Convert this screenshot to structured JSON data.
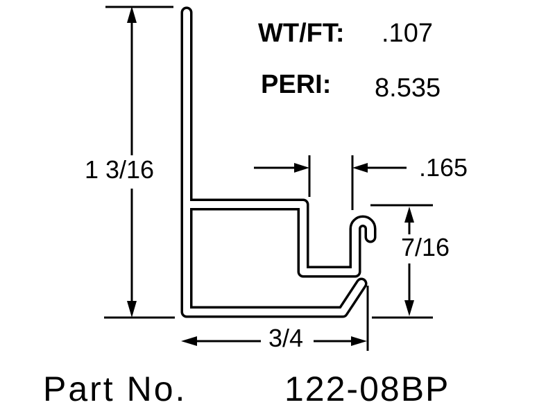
{
  "drawing": {
    "specs": {
      "weight_label": "WT/FT:",
      "weight_value": ".107",
      "perimeter_label": "PERI:",
      "perimeter_value": "8.535"
    },
    "dimensions": {
      "overall_height": "1 3/16",
      "return_gap": ".165",
      "hook_height": "7/16",
      "base_width": "3/4"
    },
    "part": {
      "label": "Part No.",
      "number": "122-08BP"
    },
    "colors": {
      "line": "#000000",
      "background": "#ffffff"
    }
  }
}
